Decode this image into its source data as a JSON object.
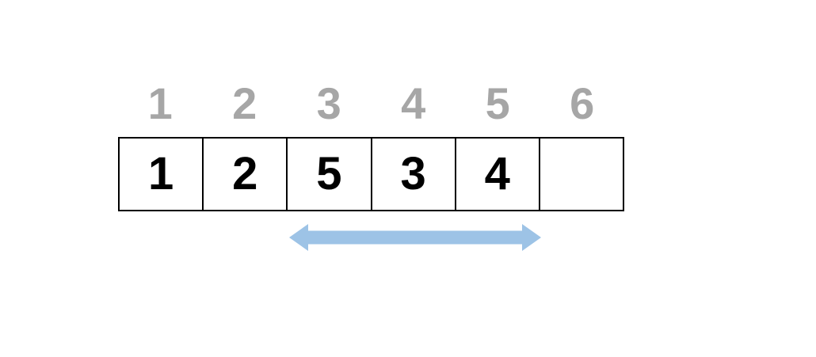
{
  "figure": {
    "description": "Array diagram with six cells, index labels above, and a double-headed arrow spanning cells 3 to 5",
    "indices": [
      "1",
      "2",
      "3",
      "4",
      "5",
      "6"
    ],
    "cells": [
      "1",
      "2",
      "5",
      "3",
      "4",
      ""
    ],
    "arrow": {
      "type": "double-headed",
      "spans_cells_from": "3",
      "spans_cells_to": "5"
    },
    "colors": {
      "background": "#ffffff",
      "index_text": "#a6a6a6",
      "cell_text": "#000000",
      "cell_border": "#000000",
      "cell_fill": "#ffffff",
      "arrow": "#9dc3e6"
    }
  }
}
